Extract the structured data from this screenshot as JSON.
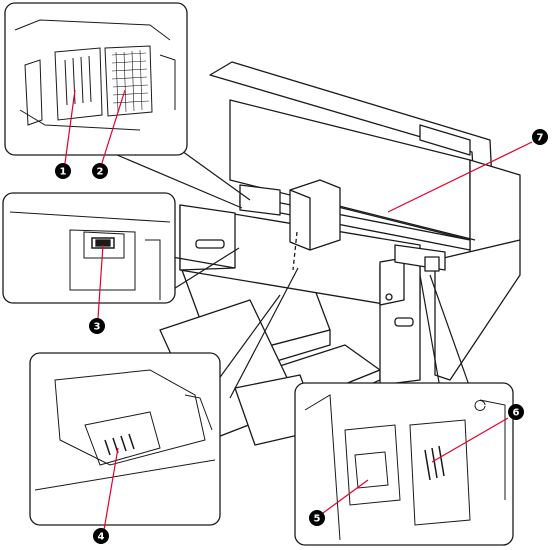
{
  "colors": {
    "line": "#1a1a1a",
    "pointer": "#e4002b",
    "callout_fill": "#000000",
    "callout_text": "#ffffff",
    "panel_fill": "#ffffff",
    "printer_fill": "#ffffff"
  },
  "callouts": [
    {
      "number": "1"
    },
    {
      "number": "2"
    },
    {
      "number": "3"
    },
    {
      "number": "4"
    },
    {
      "number": "5"
    },
    {
      "number": "6"
    },
    {
      "number": "7"
    }
  ]
}
